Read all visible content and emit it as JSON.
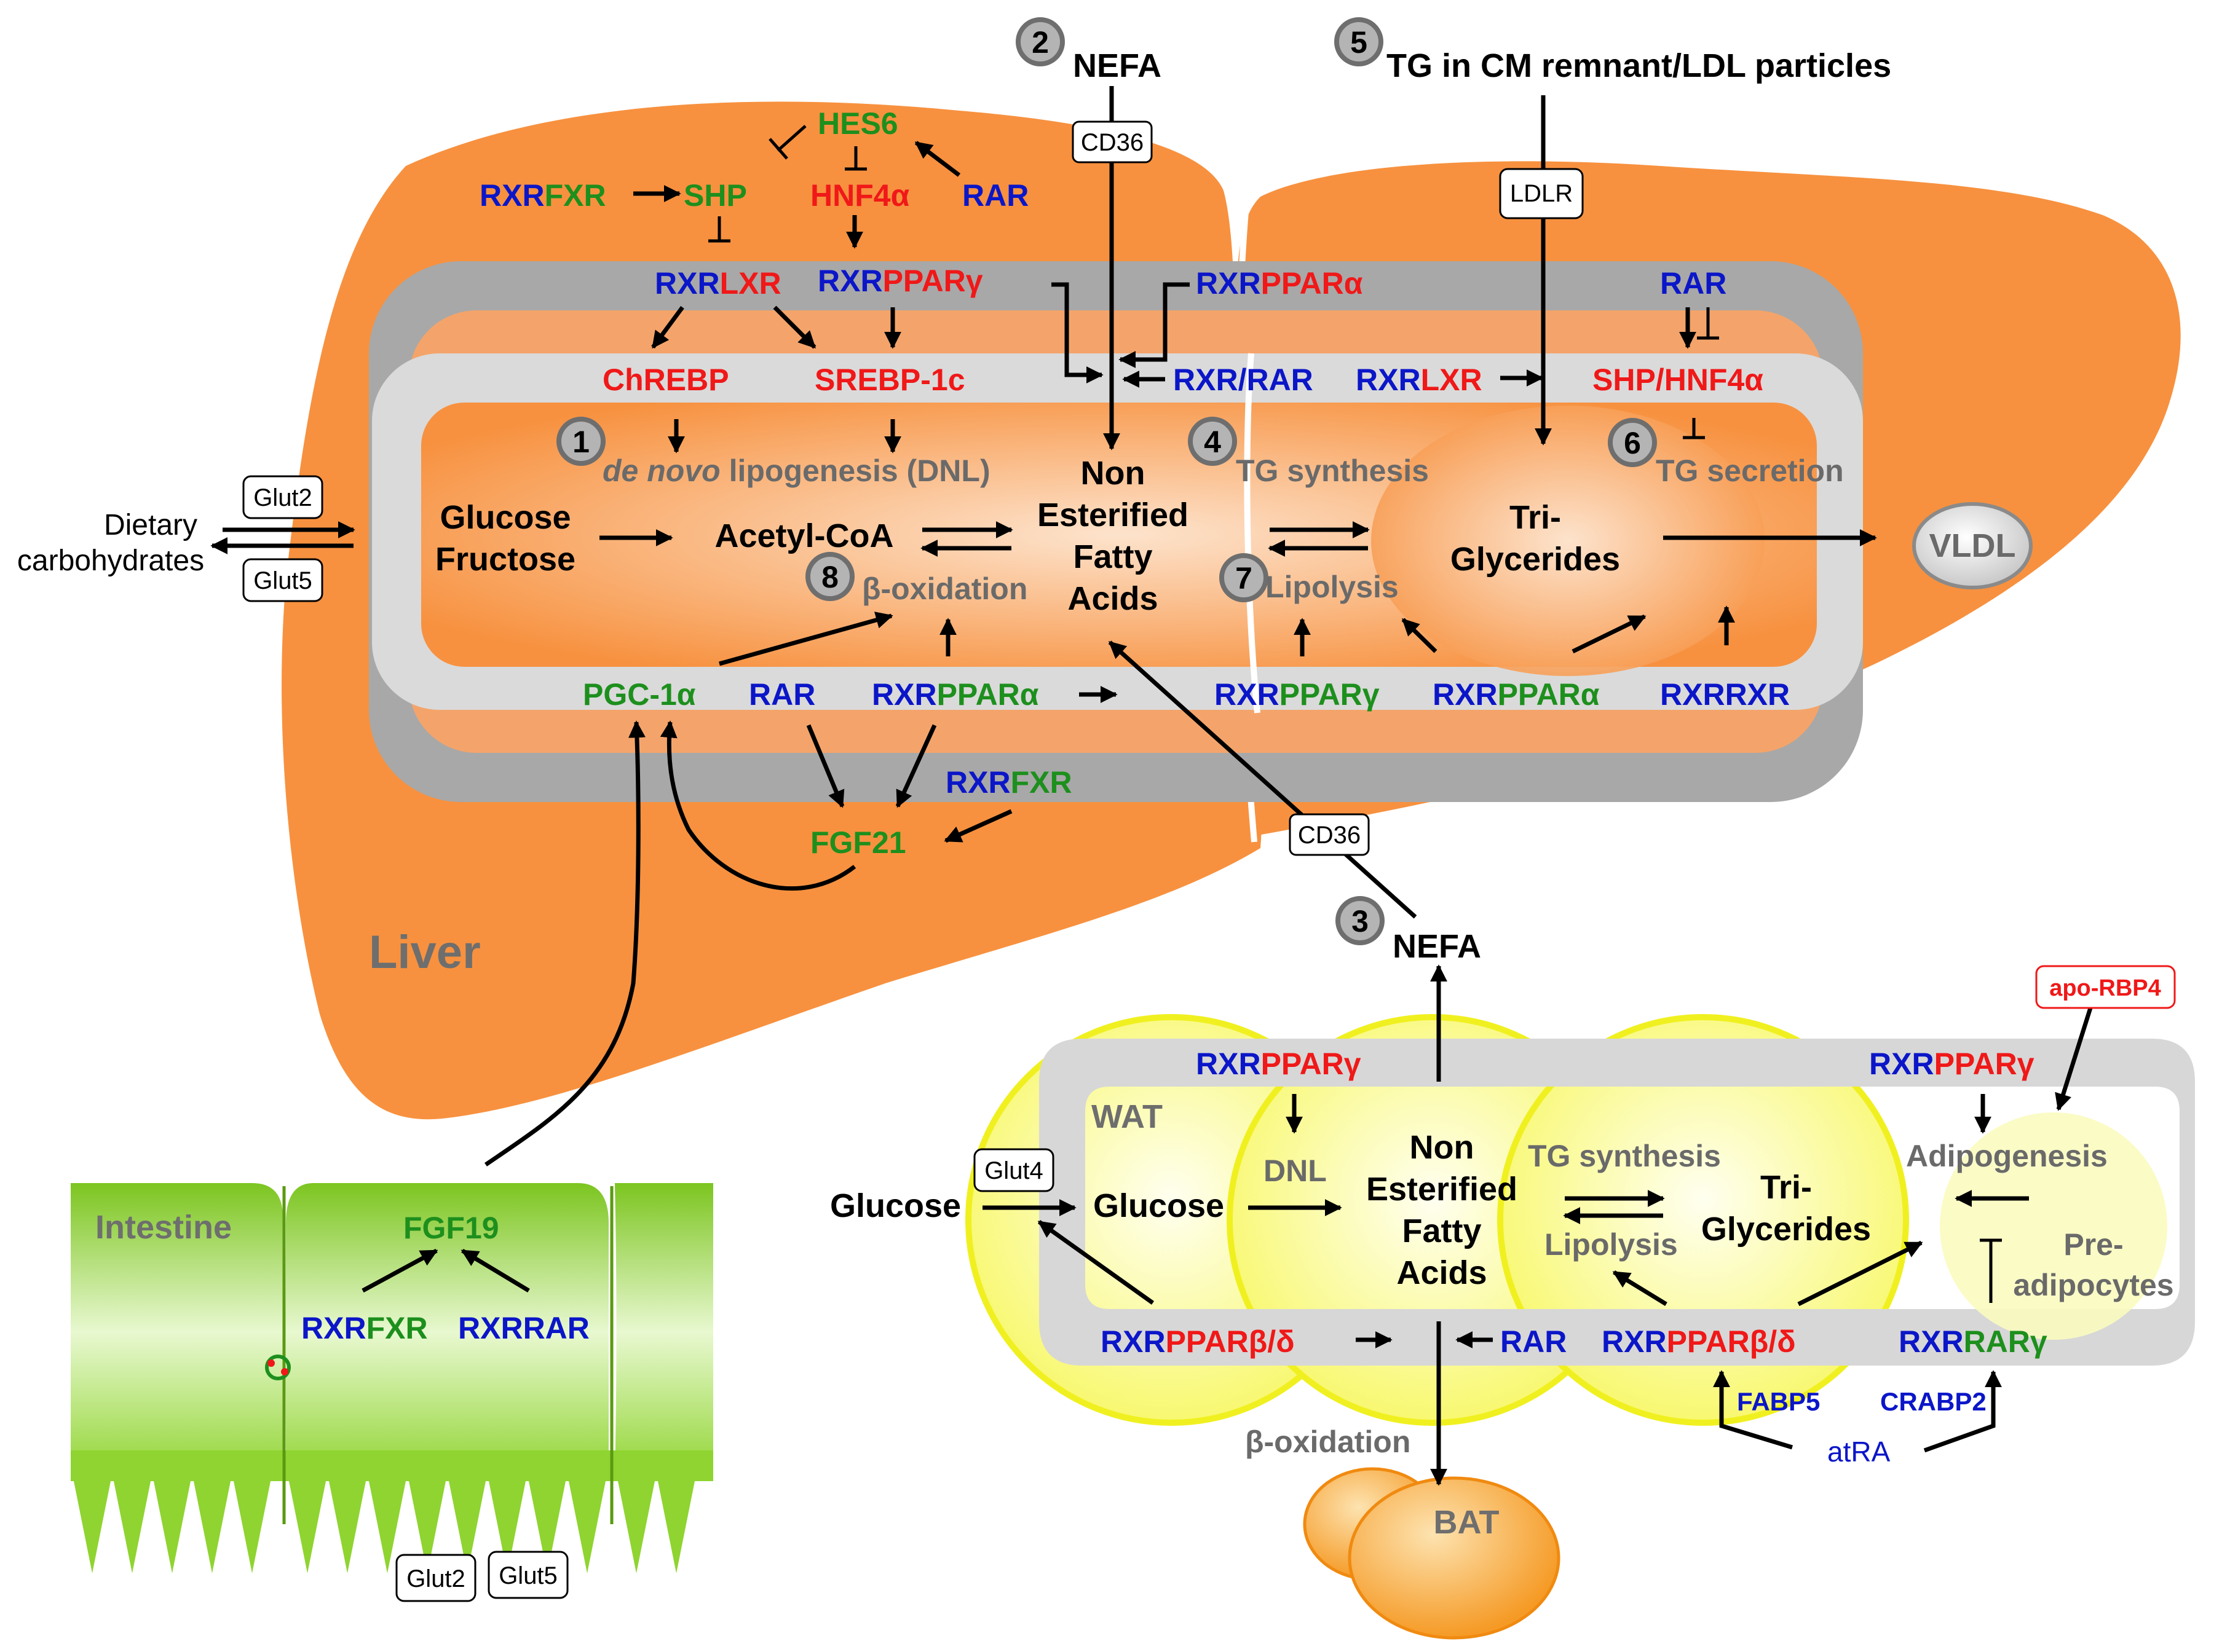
{
  "steps": [
    "1",
    "2",
    "3",
    "4",
    "5",
    "6",
    "7",
    "8"
  ],
  "organs": {
    "liver": "Liver",
    "intestine": "Intestine",
    "wat": "WAT",
    "bat": "BAT"
  },
  "inputs": {
    "nefa_top": "NEFA",
    "tg_remnant": "TG in CM remnant/LDL particles",
    "dietary_1": "Dietary",
    "dietary_2": "carbohydrates",
    "nefa_wat": "NEFA",
    "glucose_wat": "Glucose",
    "atra": "atRA"
  },
  "transporters": {
    "cd36_top": "CD36",
    "ldlr": "LDLR",
    "glut2_liver": "Glut2",
    "glut5_liver": "Glut5",
    "cd36_mid": "CD36",
    "glut4": "Glut4",
    "glut2_int": "Glut2",
    "glut5_int": "Glut5",
    "apo_rbp4": "apo-RBP4"
  },
  "liver_regulators": {
    "rxr": "RXR",
    "fxr": "FXR",
    "shp": "SHP",
    "hes6": "HES6",
    "hnf4a": "HNF4α",
    "rar": "RAR",
    "lxr": "LXR",
    "ppar_gamma": "PPARγ",
    "ppar_alpha": "PPARα",
    "rxr_rar": "RXR/RAR",
    "chrebp": "ChREBP",
    "srebp": "SREBP-1c",
    "shp_hnf4a": "SHP/HNF4α",
    "pgc1a": "PGC-1α",
    "fgf21": "FGF21"
  },
  "liver_metabolites": {
    "dnl_italic": "de novo",
    "dnl_rest": " lipogenesis (DNL)",
    "glucose": "Glucose",
    "fructose": "Fructose",
    "acetyl": "Acetyl-CoA",
    "beta_ox": "β-oxidation",
    "nefa_1": "Non",
    "nefa_2": "Esterified",
    "nefa_3": "Fatty",
    "nefa_4": "Acids",
    "tg_synth": "TG synthesis",
    "tg_secretion": "TG secretion",
    "lipolysis": "Lipolysis",
    "tri_1": "Tri-",
    "tri_2": "Glycerides",
    "vldl": "VLDL"
  },
  "intestine": {
    "fgf19": "FGF19",
    "rxr": "RXR",
    "fxr": "FXR",
    "rar": "RAR"
  },
  "wat": {
    "rxr": "RXR",
    "ppar_gamma": "PPARγ",
    "ppar_bd": "PPARβ/δ",
    "rar": "RAR",
    "rar_gamma": "RARγ",
    "dnl": "DNL",
    "glucose": "Glucose",
    "nefa_1": "Non",
    "nefa_2": "Esterified",
    "nefa_3": "Fatty",
    "nefa_4": "Acids",
    "tg_synth": "TG synthesis",
    "lipolysis": "Lipolysis",
    "tri_1": "Tri-",
    "tri_2": "Glycerides",
    "adipogenesis": "Adipogenesis",
    "pre_1": "Pre-",
    "pre_2": "adipocytes",
    "fabp5": "FABP5",
    "crabp2": "CRABP2",
    "beta_ox": "β-oxidation"
  },
  "colors": {
    "liver": "#f7913f",
    "liver_dark": "#f27a2a",
    "band_outer": "#a8a8a8",
    "band_inner": "#dadada",
    "wat_fill": "#fbfbb0",
    "wat_stroke": "#f0f020",
    "intestine": "#8fd430",
    "bat": "#f7a030",
    "rxr_blue": "#0b16c8",
    "partner_red": "#f01818",
    "partner_green": "#1d8f1d"
  }
}
